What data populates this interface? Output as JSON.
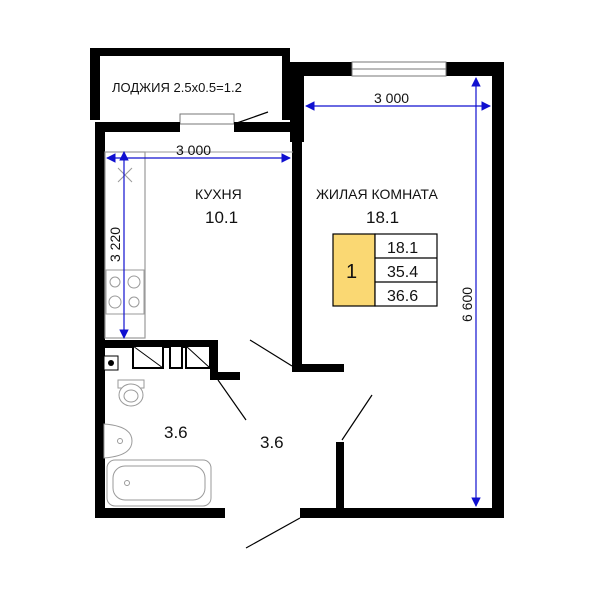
{
  "rooms": {
    "loggia": {
      "label": "ЛОДЖИЯ 2.5х0.5=1.2"
    },
    "kitchen": {
      "name": "КУХНЯ",
      "area": "10.1"
    },
    "living": {
      "name": "ЖИЛАЯ КОМНАТА",
      "area": "18.1"
    },
    "bathroom": {
      "area": "3.6"
    },
    "hall": {
      "area": "3.6"
    }
  },
  "dimensions": {
    "living_width": "3 000",
    "kitchen_width": "3 000",
    "kitchen_depth": "3 220",
    "living_depth": "6 600"
  },
  "badge": {
    "rooms_count": "1",
    "living_area": "18.1",
    "total_area": "35.4",
    "total_with_loggia": "36.6"
  },
  "colors": {
    "wall": "#000000",
    "dimension_line": "#1010d0",
    "badge_fill": "#fad873",
    "fixture": "#9a9a9a"
  }
}
